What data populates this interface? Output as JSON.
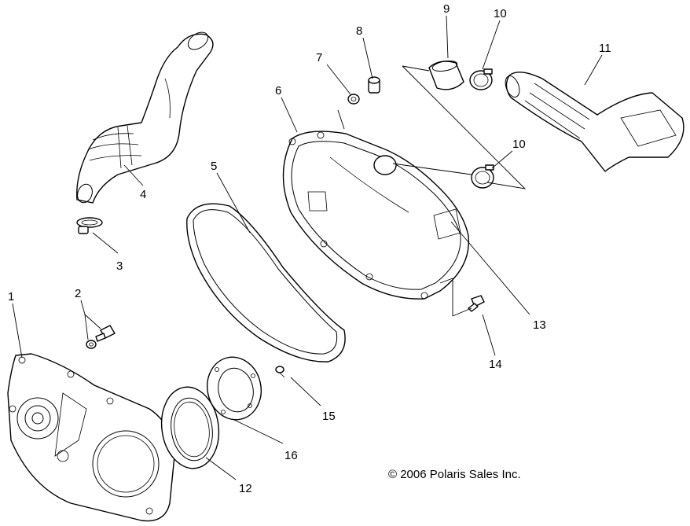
{
  "callouts": {
    "c1": "1",
    "c2": "2",
    "c3": "3",
    "c4": "4",
    "c5": "5",
    "c6": "6",
    "c7": "7",
    "c8": "8",
    "c9": "9",
    "c10a": "10",
    "c10b": "10",
    "c11": "11",
    "c12": "12",
    "c13": "13",
    "c14": "14",
    "c15": "15",
    "c16": "16"
  },
  "copyright": "© 2006 Polaris Sales Inc."
}
